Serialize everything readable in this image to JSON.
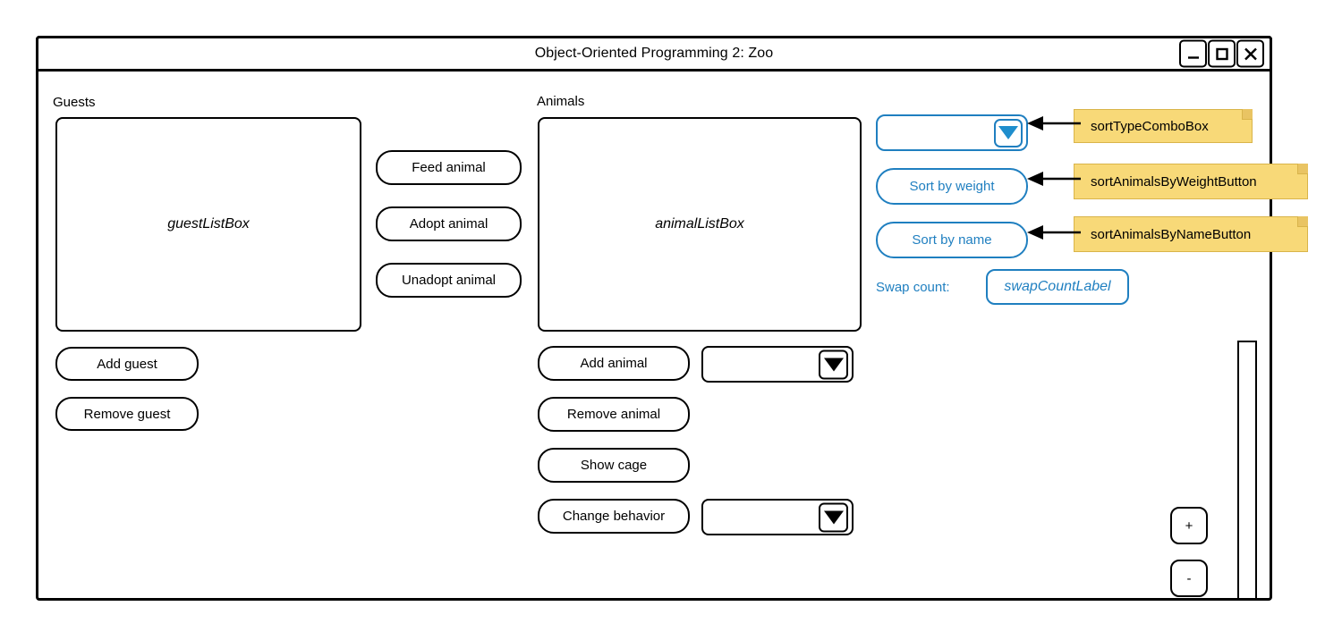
{
  "window": {
    "title": "Object-Oriented Programming 2: Zoo",
    "controls": [
      {
        "name": "minimize",
        "icon": "minimize-icon"
      },
      {
        "name": "maximize",
        "icon": "maximize-icon"
      },
      {
        "name": "close",
        "icon": "close-icon"
      }
    ]
  },
  "colors": {
    "accent_blue": "#1f7fc0",
    "callout_yellow": "#f8d978",
    "outline_black": "#000000"
  },
  "guests_panel": {
    "label": "Guests",
    "listbox_placeholder": "guestListBox",
    "buttons": [
      {
        "label": "Add guest"
      },
      {
        "label": "Remove guest"
      }
    ]
  },
  "middle_actions": {
    "buttons": [
      {
        "label": "Feed animal"
      },
      {
        "label": "Adopt animal"
      },
      {
        "label": "Unadopt animal"
      }
    ]
  },
  "animals_panel": {
    "label": "Animals",
    "listbox_placeholder": "animalListBox",
    "buttons": [
      {
        "label": "Add animal"
      },
      {
        "label": "Remove animal"
      },
      {
        "label": "Show cage"
      },
      {
        "label": "Change behavior"
      }
    ],
    "combos": [
      {
        "value": "",
        "name": "add-animal-combo"
      },
      {
        "value": "",
        "name": "change-behavior-combo"
      }
    ]
  },
  "sort_panel": {
    "combo_value": "",
    "buttons": [
      {
        "label": "Sort by weight"
      },
      {
        "label": "Sort by name"
      }
    ],
    "swap_count_label": "Swap count:",
    "swap_count_value": "swapCountLabel"
  },
  "callouts": [
    {
      "text": "sortTypeComboBox"
    },
    {
      "text": "sortAnimalsByWeightButton"
    },
    {
      "text": "sortAnimalsByNameButton"
    }
  ],
  "zoom_controls": {
    "increase": "+",
    "decrease": "-"
  }
}
